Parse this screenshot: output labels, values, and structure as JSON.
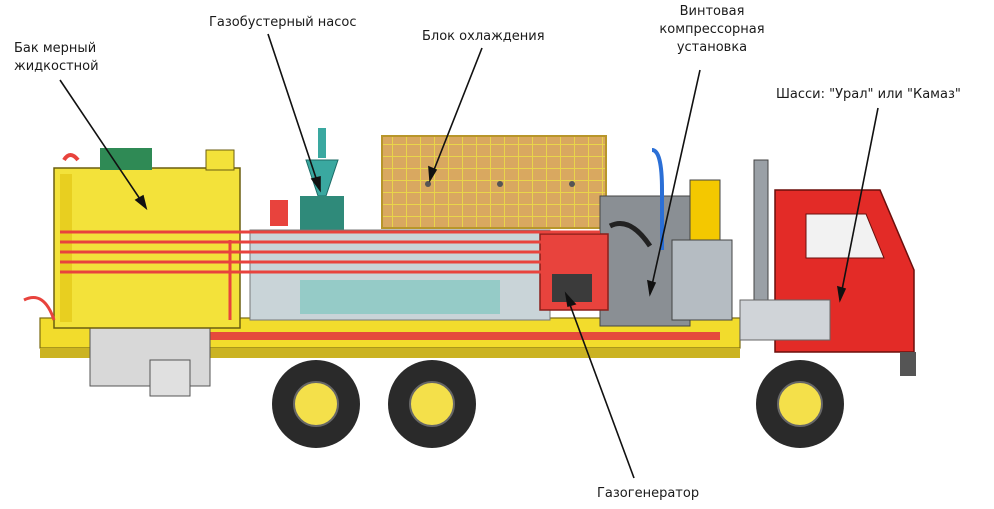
{
  "labels": {
    "tank_line1": "Бак мерный",
    "tank_line2": "жидкостной",
    "booster": "Газобустерный насос",
    "cooling": "Блок охлаждения",
    "compressor_line1": "Винтовая",
    "compressor_line2": "компрессорная",
    "compressor_line3": "установка",
    "chassis": "Шасси: \"Урал\"  или  \"Камаз\"",
    "gas_generator": "Газогенератор"
  },
  "colors": {
    "tank": "#f3e23a",
    "frame": "#f2dc2c",
    "cab": "#e32b27",
    "piping": "#e8433d",
    "cooling_grid": "#e7c93c",
    "cooling_inner": "#d88a4a",
    "wheel": "#2a2a2a",
    "hub": "#f4e04a",
    "machinery_gray": "#8a8f94",
    "green_cap": "#2f8a55",
    "teal": "#3aa8a0",
    "blue_pipe": "#2b6fd6"
  }
}
